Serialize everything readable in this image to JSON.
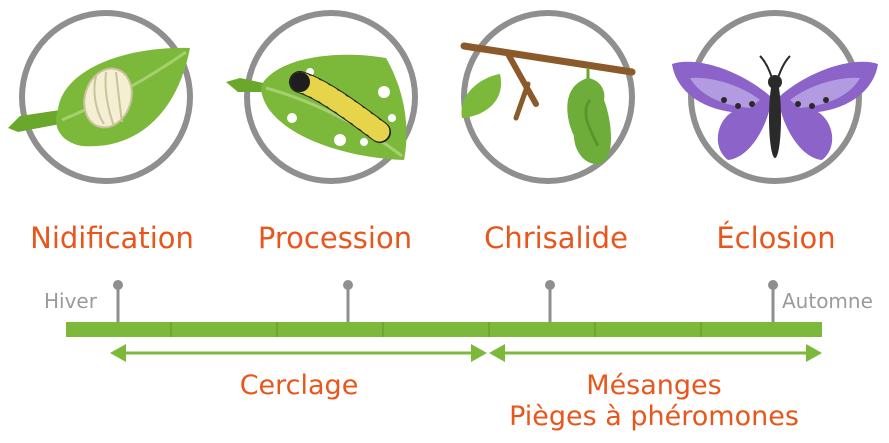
{
  "stages": [
    {
      "label": "Nidification",
      "icon": "egg-on-leaf-icon"
    },
    {
      "label": "Procession",
      "icon": "caterpillar-on-leaf-icon"
    },
    {
      "label": "Chrisalide",
      "icon": "chrysalis-on-branch-icon"
    },
    {
      "label": "Éclosion",
      "icon": "butterfly-icon"
    }
  ],
  "timeline": {
    "start_label": "Hiver",
    "end_label": "Automne",
    "bar_color": "#7cb83a",
    "marker_color": "#8f8f8f"
  },
  "actions": [
    {
      "lines": [
        "Cerclage"
      ]
    },
    {
      "lines": [
        "Mésanges",
        "Pièges à phéromones"
      ]
    }
  ],
  "colors": {
    "accent_text": "#e8561c",
    "circle_border": "#8f8f8f",
    "leaf_green": "#7cb83a",
    "butterfly_purple": "#8b63c9"
  }
}
